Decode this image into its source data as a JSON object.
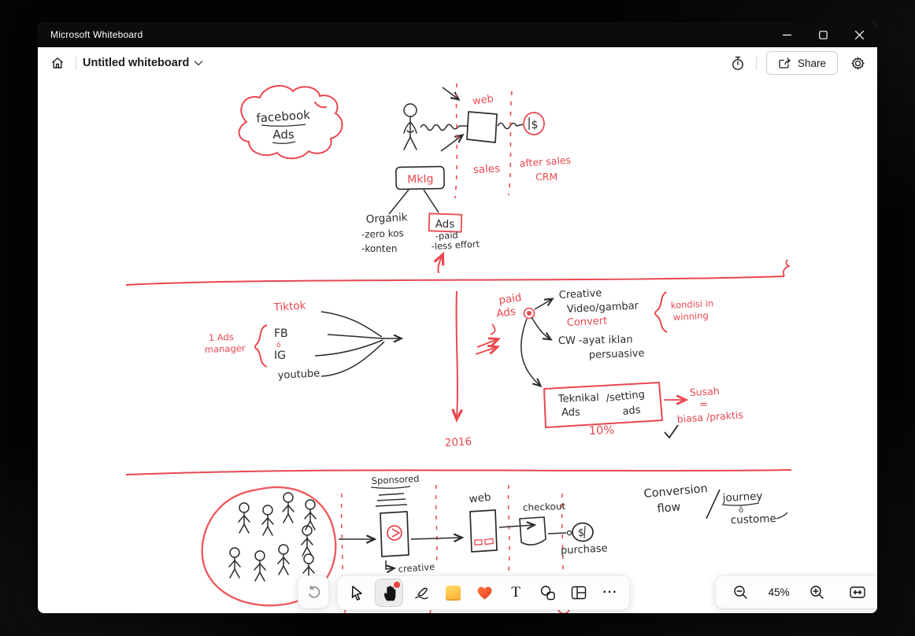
{
  "titlebar": {
    "app_title": "Microsoft Whiteboard"
  },
  "header": {
    "board_title": "Untitled whiteboard",
    "share_label": "Share"
  },
  "zoombar": {
    "zoom_level": "45%"
  },
  "ink_colors": {
    "red": "#e8484f",
    "black": "#2b2b2b"
  },
  "sketch": {
    "cloud_line1": "facebook",
    "cloud_line2": "Ads",
    "web_label_top": "web",
    "aftersales_dollar": "$",
    "sales": "sales",
    "after_sales_line1": "after sales",
    "after_sales_line2": "CRM",
    "mktg_box": "MkIg",
    "organik": "Organik",
    "organik_item1": "-zero kos",
    "organik_item2": "-konten",
    "ads_box": "Ads",
    "ads_item1": "-paid",
    "ads_item2": "-less effort",
    "ads_manager_line1": "1 Ads",
    "ads_manager_line2": "manager",
    "tiktok": "Tiktok",
    "fb": "FB",
    "fb_ig_o": "ō",
    "ig": "IG",
    "youtube": "youtube",
    "year": "2016",
    "paid_ads_line1": "paid",
    "paid_ads_line2": "Ads",
    "creative": "Creative",
    "video_gambar": "Video/gambar",
    "convert": "Convert",
    "cw_line": "CW -ayat iklan",
    "persuasive": "persuasive",
    "kondisi_line1": "kondisi in",
    "kondisi_line2": "winning",
    "teknikal_line1": "Teknikal",
    "teknikal_line2": "Ads",
    "setting_line1": "/setting",
    "setting_line2": "ads",
    "ten_percent": "10%",
    "susah": "Susah",
    "equals": "=",
    "biasa": "biasa /praktis",
    "sponsored": "Sponsored",
    "creative_note": "creative",
    "web_label_bottom": "web",
    "checkout": "checkout",
    "purchase_dollar": "$",
    "purchase": "purchase",
    "conversion_line1": "Conversion",
    "conversion_line2": "flow",
    "journey": "journey",
    "journey_o": "ō",
    "custome": "custome"
  }
}
